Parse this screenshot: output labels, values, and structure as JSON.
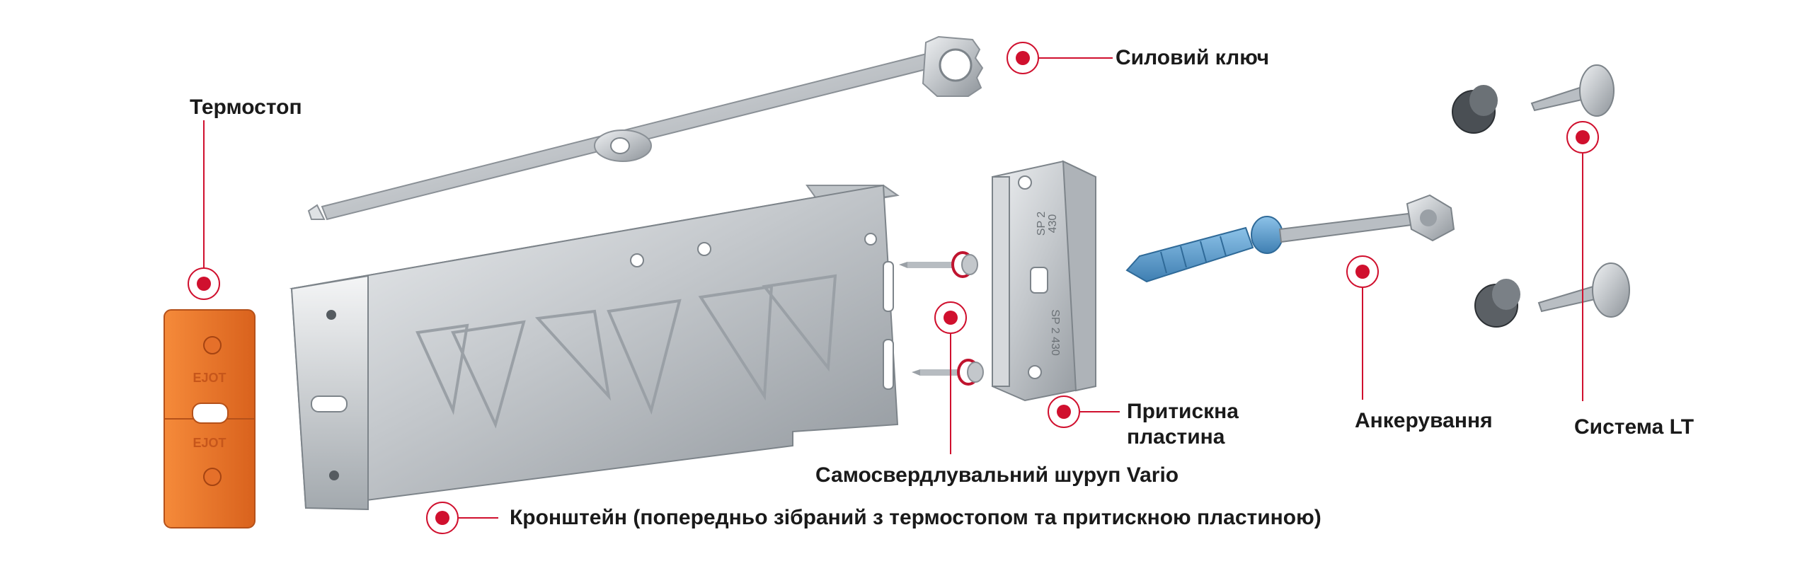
{
  "labels": {
    "power_key": "Силовий ключ",
    "thermostop": "Термостоп",
    "pressure_plate_line1": "Притискна",
    "pressure_plate_line2": "пластина",
    "anchoring": "Анкерування",
    "lt_system": "Система LT",
    "vario_screw": "Самосвердлувальний шуруп Vario",
    "bracket": "Кронштейн (попередньо зібраний з термостопом та притискною пластиною)"
  },
  "plate_marks": {
    "top": "SP 2",
    "mid": "430",
    "bottom": "SP 2 430"
  },
  "thermostop_marks": {
    "top": "EJOT",
    "bottom": "EJOT"
  },
  "colors": {
    "accent_red": "#d0102e",
    "steel": "#c9cdd1",
    "thermostop_orange": "#ef7a2b",
    "anchor_blue": "#5d9fce",
    "text": "#1a1a1a"
  }
}
